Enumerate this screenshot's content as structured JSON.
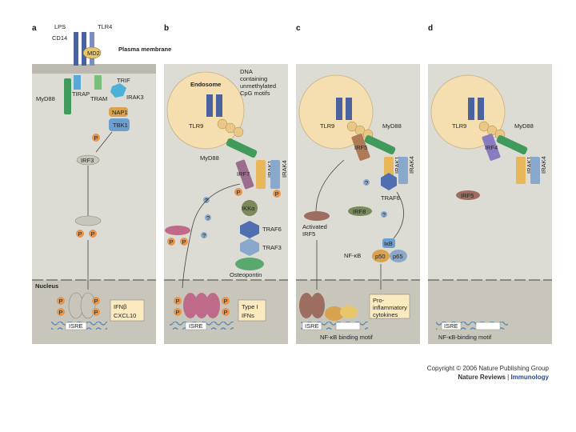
{
  "panels": {
    "a": {
      "letter": "a",
      "ligand": "LPS",
      "receptor": "TLR4",
      "cd14": "CD14",
      "md2": "MD2",
      "membrane": "Plasma membrane",
      "myd88": "MyD88",
      "tirap": "TIRAP",
      "tram": "TRAM",
      "trif": "TRIF",
      "irak3": "IRAK3",
      "nap1": "NAP1",
      "tbk1": "TBK1",
      "irf3": "IRF3",
      "p": "P",
      "nucleus": "Nucleus",
      "genes": [
        "IFNβ",
        "CXCL10"
      ],
      "isre": "ISRE"
    },
    "b": {
      "letter": "b",
      "endosome": "Endosome",
      "dna_note": [
        "DNA",
        "containing",
        "unmethylated",
        "CpG motifs"
      ],
      "tlr9": "TLR9",
      "myd88": "MyD88",
      "irf7": "IRF7",
      "irak1": "IRAK1",
      "irak4": "IRAK4",
      "ikka": "IKKα",
      "traf6": "TRAF6",
      "traf3": "TRAF3",
      "osteopontin": "Osteopontin",
      "p": "P",
      "q": "?",
      "genes": [
        "Type I",
        "IFNs"
      ],
      "isre": "ISRE"
    },
    "c": {
      "letter": "c",
      "tlr9": "TLR9",
      "myd88": "MyD88",
      "irf5": "IRF5",
      "irak1": "IRAK1",
      "irak4": "IRAK4",
      "traf6": "TRAF6",
      "irf8": "IRF8",
      "activated_irf5": [
        "Activated",
        "IRF5"
      ],
      "ikb": "IκB",
      "nfkb": "NF-κB",
      "p50": "p50",
      "p65": "p65",
      "q": "?",
      "genes": [
        "Pro-",
        "inflammatory",
        "cytokines"
      ],
      "isre": "ISRE",
      "motif": "NF-κB binding motif"
    },
    "d": {
      "letter": "d",
      "tlr9": "TLR9",
      "myd88": "MyD88",
      "irf4": "IRF4",
      "irak1": "IRAK1",
      "irak4": "IRAK4",
      "irf5": "IRF5",
      "isre": "ISRE",
      "motif": "NF-κB-binding motif"
    }
  },
  "credit": {
    "copyright": "Copyright © 2006 Nature Publishing Group",
    "journal": "Nature Reviews",
    "separator": " | ",
    "subjournal": "Immunology"
  },
  "colors": {
    "cytoplasm": "#dcdbd4",
    "nucleus": "#c8c6bb",
    "endosome": "#f5dfb0",
    "myd88": "#3f9a5c",
    "irak1": "#e8b75a",
    "irak4": "#8aa8cc",
    "traf6": "#4f6fb0",
    "irf": "#9c6d60",
    "phospho": "#e8954a"
  }
}
